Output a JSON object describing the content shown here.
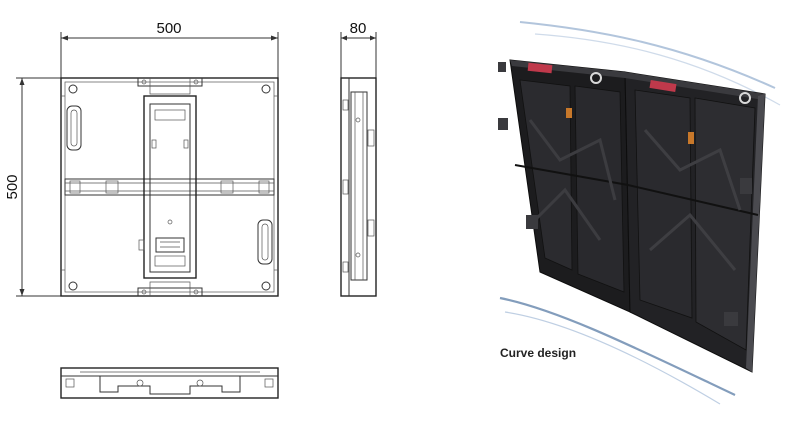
{
  "dimensions": {
    "width_label": "500",
    "height_label": "500",
    "depth_label": "80"
  },
  "caption": "Curve design",
  "colors": {
    "line": "#333333",
    "panel_dark": "#1c1c1e",
    "panel_mid": "#2c2c2f",
    "handle_red": "#c0394b",
    "connector_orange": "#c8782a",
    "swoosh": "#5a7fa8"
  }
}
